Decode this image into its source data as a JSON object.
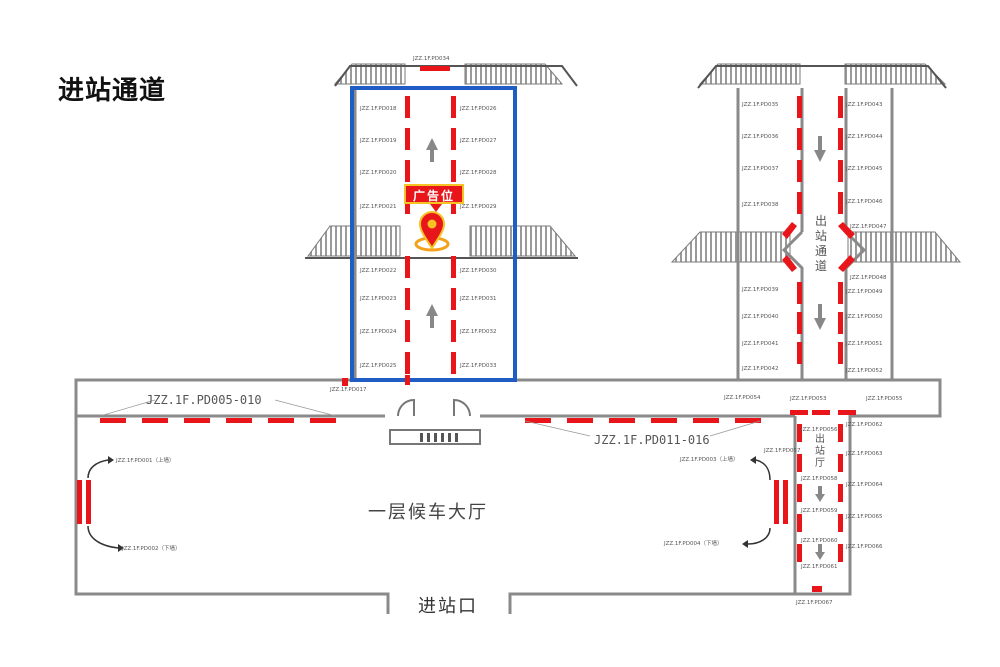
{
  "title": "进站通道",
  "hall_label": "一层候车大厅",
  "entrance_label": "进站口",
  "exit_passage_label": [
    "出",
    "站",
    "通",
    "道"
  ],
  "exit_hall_label": [
    "出",
    "站",
    "厅"
  ],
  "ad_label": "广告位",
  "group_codes": {
    "left_corridor": "JZZ.1F.PD005-010",
    "right_corridor": "JZZ.1F.PD011-016"
  },
  "colors": {
    "ad_board": "#e8161b",
    "highlight_box": "#1f5cc4",
    "wall": "#8a8a8a",
    "tag_bg": "#e8161b",
    "tag_border": "#f6c324"
  },
  "icons": [
    "arrow-up-icon",
    "arrow-down-icon",
    "location-pin-icon",
    "turnstile-icon",
    "curved-arrow-icon"
  ],
  "codes": {
    "p034": "JZZ.1F.PD034",
    "p018": "JZZ.1F.PD018",
    "p019": "JZZ.1F.PD019",
    "p020": "JZZ.1F.PD020",
    "p021": "JZZ.1F.PD021",
    "p022": "JZZ.1F.PD022",
    "p023": "JZZ.1F.PD023",
    "p024": "JZZ.1F.PD024",
    "p025": "JZZ.1F.PD025",
    "p026": "JZZ.1F.PD026",
    "p027": "JZZ.1F.PD027",
    "p028": "JZZ.1F.PD028",
    "p029": "JZZ.1F.PD029",
    "p030": "JZZ.1F.PD030",
    "p031": "JZZ.1F.PD031",
    "p032": "JZZ.1F.PD032",
    "p033": "JZZ.1F.PD033",
    "p017": "JZZ.1F.PD017",
    "p035": "JZZ.1F.PD035",
    "p036": "JZZ.1F.PD036",
    "p037": "JZZ.1F.PD037",
    "p038": "JZZ.1F.PD038",
    "p039": "JZZ.1F.PD039",
    "p040": "JZZ.1F.PD040",
    "p041": "JZZ.1F.PD041",
    "p042": "JZZ.1F.PD042",
    "p043": "JZZ.1F.PD043",
    "p044": "JZZ.1F.PD044",
    "p045": "JZZ.1F.PD045",
    "p046": "JZZ.1F.PD046",
    "p047": "JZZ.1F.PD047",
    "p048": "JZZ.1F.PD048",
    "p049": "JZZ.1F.PD049",
    "p050": "JZZ.1F.PD050",
    "p051": "JZZ.1F.PD051",
    "p052": "JZZ.1F.PD052",
    "p053": "JZZ.1F.PD053",
    "p054": "JZZ.1F.PD054",
    "p055": "JZZ.1F.PD055",
    "p056": "JZZ.1F.PD056",
    "p057": "JZZ.1F.PD057",
    "p058": "JZZ.1F.PD058",
    "p059": "JZZ.1F.PD059",
    "p060": "JZZ.1F.PD060",
    "p061": "JZZ.1F.PD061",
    "p062": "JZZ.1F.PD062",
    "p063": "JZZ.1F.PD063",
    "p064": "JZZ.1F.PD064",
    "p065": "JZZ.1F.PD065",
    "p066": "JZZ.1F.PD066",
    "p067": "JZZ.1F.PD067",
    "p001": "JZZ.1F.PD001（上墙）",
    "p002": "JZZ.1F.PD002（下墙）",
    "p003": "JZZ.1F.PD003（上墙）",
    "p004": "JZZ.1F.PD004（下墙）"
  }
}
